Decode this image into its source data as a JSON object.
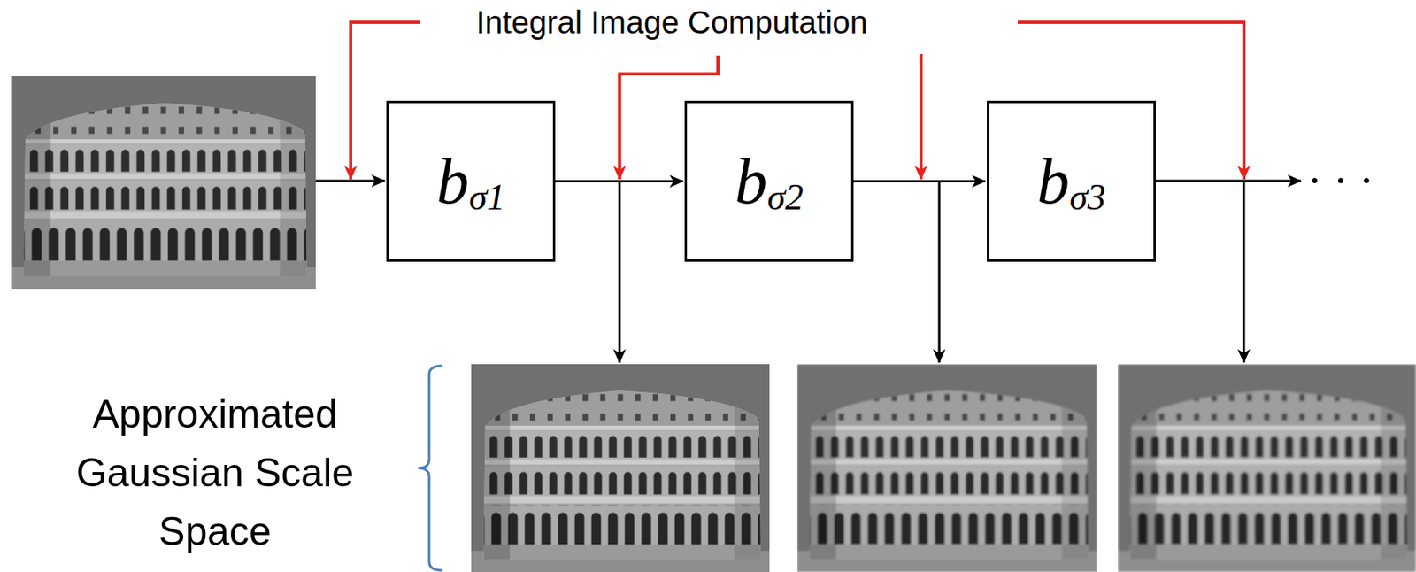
{
  "diagram": {
    "nodes": [
      {
        "text": [
          "b",
          "σ1"
        ]
      },
      {
        "text": [
          "b",
          "σ2"
        ]
      },
      {
        "text": [
          "b",
          "σ3"
        ]
      }
    ],
    "edges": [
      {
        "from": 0,
        "to": 1,
        "arrow": "to"
      },
      {
        "from": 1,
        "to": 2,
        "arrow": "to"
      }
    ],
    "labels": [
      "Integral Image Computation",
      "Approximated Gaussian Scale Space",
      "· · ·"
    ]
  }
}
